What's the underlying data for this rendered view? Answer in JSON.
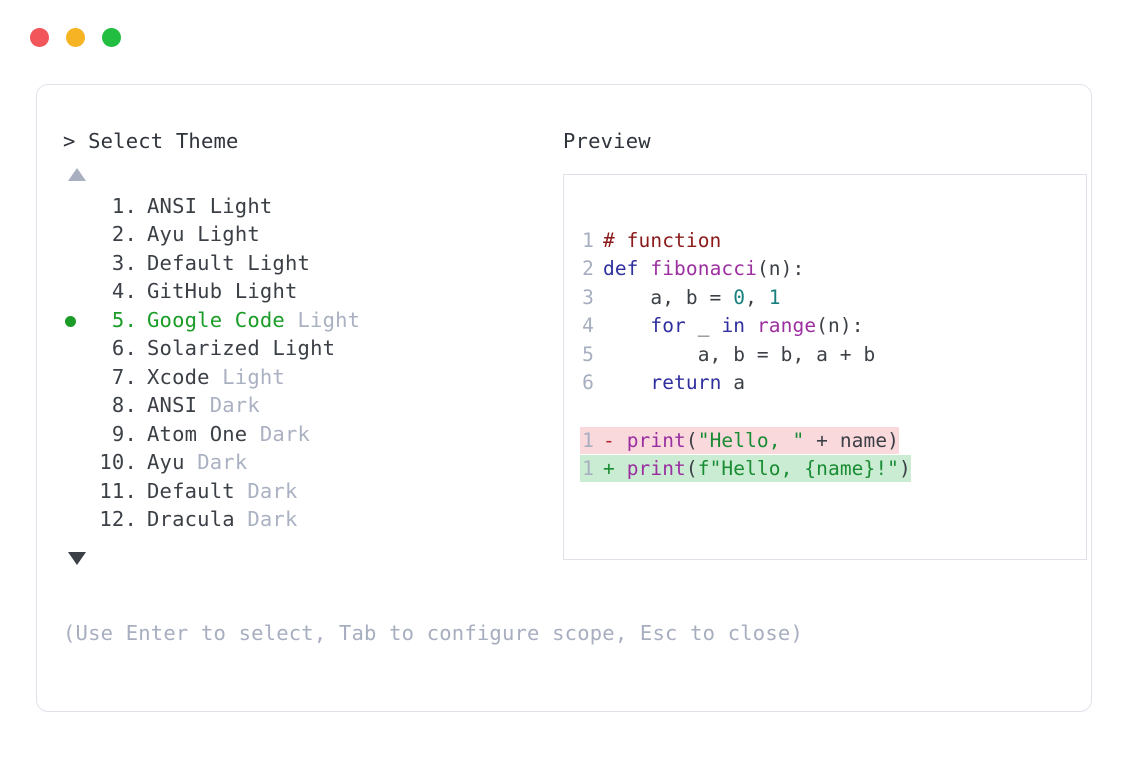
{
  "window": {
    "traffic_lights": [
      {
        "name": "close",
        "color": "#f2565b"
      },
      {
        "name": "minimize",
        "color": "#f6b425"
      },
      {
        "name": "maximize",
        "color": "#22be42"
      }
    ]
  },
  "prompt": {
    "marker": ">",
    "title": "Select Theme"
  },
  "scroll": {
    "up_icon": "triangle-up",
    "down_icon": "triangle-down",
    "up_color": "#a8b0c0",
    "down_color": "#3b3f46"
  },
  "selection": {
    "selected_index": 5,
    "bullet_icon": "filled-circle",
    "accent_color": "#1a9c27"
  },
  "themes": [
    {
      "num": "1.",
      "name": "ANSI",
      "suffix": "Light",
      "suffix_muted": false,
      "selected": false
    },
    {
      "num": "2.",
      "name": "Ayu",
      "suffix": "Light",
      "suffix_muted": false,
      "selected": false
    },
    {
      "num": "3.",
      "name": "Default",
      "suffix": "Light",
      "suffix_muted": false,
      "selected": false
    },
    {
      "num": "4.",
      "name": "GitHub",
      "suffix": "Light",
      "suffix_muted": false,
      "selected": false
    },
    {
      "num": "5.",
      "name": "Google Code",
      "suffix": "Light",
      "suffix_muted": true,
      "selected": true
    },
    {
      "num": "6.",
      "name": "Solarized",
      "suffix": "Light",
      "suffix_muted": false,
      "selected": false
    },
    {
      "num": "7.",
      "name": "Xcode",
      "suffix": "Light",
      "suffix_muted": true,
      "selected": false
    },
    {
      "num": "8.",
      "name": "ANSI",
      "suffix": "Dark",
      "suffix_muted": true,
      "selected": false
    },
    {
      "num": "9.",
      "name": "Atom One",
      "suffix": "Dark",
      "suffix_muted": true,
      "selected": false
    },
    {
      "num": "10.",
      "name": "Ayu",
      "suffix": "Dark",
      "suffix_muted": true,
      "selected": false
    },
    {
      "num": "11.",
      "name": "Default",
      "suffix": "Dark",
      "suffix_muted": true,
      "selected": false
    },
    {
      "num": "12.",
      "name": "Dracula",
      "suffix": "Dark",
      "suffix_muted": true,
      "selected": false
    }
  ],
  "preview": {
    "header": "Preview",
    "code_lines": [
      {
        "gutter": "1",
        "tokens": [
          {
            "t": "# function",
            "c": "comment"
          }
        ]
      },
      {
        "gutter": "2",
        "tokens": [
          {
            "t": "def ",
            "c": "kw"
          },
          {
            "t": "fibonacci",
            "c": "fn"
          },
          {
            "t": "(n):",
            "c": "punct"
          }
        ]
      },
      {
        "gutter": "3",
        "tokens": [
          {
            "t": "    a, b = ",
            "c": "plain"
          },
          {
            "t": "0",
            "c": "num"
          },
          {
            "t": ", ",
            "c": "plain"
          },
          {
            "t": "1",
            "c": "num"
          }
        ]
      },
      {
        "gutter": "4",
        "tokens": [
          {
            "t": "    ",
            "c": "plain"
          },
          {
            "t": "for",
            "c": "kw"
          },
          {
            "t": " _ ",
            "c": "plain"
          },
          {
            "t": "in",
            "c": "kw"
          },
          {
            "t": " ",
            "c": "plain"
          },
          {
            "t": "range",
            "c": "fn"
          },
          {
            "t": "(n):",
            "c": "punct"
          }
        ]
      },
      {
        "gutter": "5",
        "tokens": [
          {
            "t": "        a, b = b, a + b",
            "c": "plain"
          }
        ]
      },
      {
        "gutter": "6",
        "tokens": [
          {
            "t": "    ",
            "c": "plain"
          },
          {
            "t": "return",
            "c": "kw"
          },
          {
            "t": " a",
            "c": "plain"
          }
        ]
      }
    ],
    "diff_lines": [
      {
        "gutter": "1",
        "sign": "-",
        "kind": "minus",
        "tokens": [
          {
            "t": "print",
            "c": "fn"
          },
          {
            "t": "(",
            "c": "punct"
          },
          {
            "t": "\"Hello, \"",
            "c": "str"
          },
          {
            "t": " + name)",
            "c": "plain"
          }
        ]
      },
      {
        "gutter": "1",
        "sign": "+",
        "kind": "plus",
        "tokens": [
          {
            "t": "print",
            "c": "fn"
          },
          {
            "t": "(",
            "c": "punct"
          },
          {
            "t": "f\"Hello, {name}!\"",
            "c": "str"
          },
          {
            "t": ")",
            "c": "punct"
          }
        ]
      }
    ]
  },
  "hint": "(Use Enter to select, Tab to configure scope, Esc to close)",
  "colors": {
    "card_border": "#dfe2e9",
    "text": "#3b3f46",
    "muted": "#aab1c2",
    "hint": "#a7aec0",
    "diff_minus_bg": "#fad9dd",
    "diff_plus_bg": "#c9ecd2"
  }
}
